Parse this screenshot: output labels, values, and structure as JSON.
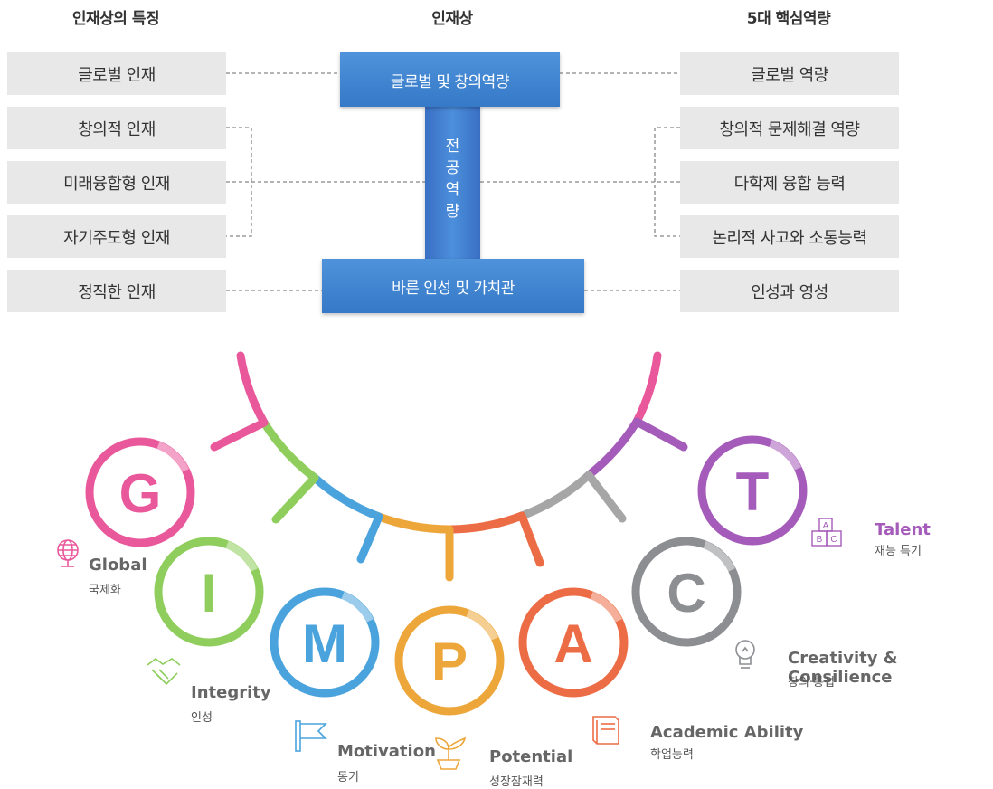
{
  "headers": {
    "left": "인재상의 특징",
    "center": "인재상",
    "right": "5대 핵심역량"
  },
  "left_items": [
    "글로벌 인재",
    "창의적 인재",
    "미래융합형 인재",
    "자기주도형 인재",
    "정직한 인재"
  ],
  "right_items": [
    "글로벌 역량",
    "창의적 문제해결 역량",
    "다학제 융합 능력",
    "논리적 사고와 소통능력",
    "인성과 영성"
  ],
  "center": {
    "top_bar": "글로벌 및 창의역량",
    "stem_chars": [
      "전",
      "공",
      "역",
      "량"
    ],
    "bottom_bar": "바른 인성 및 가치관"
  },
  "gimpact": [
    {
      "letter": "G",
      "name": "Global",
      "korean": "국제화",
      "color": "#e9589b",
      "icon": "globe-icon"
    },
    {
      "letter": "I",
      "name": "Integrity",
      "korean": "인성",
      "color": "#8fce5c",
      "icon": "handshake-icon"
    },
    {
      "letter": "M",
      "name": "Motivation",
      "korean": "동기",
      "color": "#4aa3dc",
      "icon": "flag-icon"
    },
    {
      "letter": "P",
      "name": "Potential",
      "korean": "성장잠재력",
      "color": "#eda63a",
      "icon": "sprout-icon"
    },
    {
      "letter": "A",
      "name": "Academic Ability",
      "korean": "학업능력",
      "color": "#ec6c45",
      "icon": "book-icon"
    },
    {
      "letter": "C",
      "name": "Creativity & Consilience",
      "korean": "창의·통섭",
      "color": "#8c8e92",
      "icon": "lightbulb-icon"
    },
    {
      "letter": "T",
      "name": "Talent",
      "korean": "재능 특기",
      "color": "#a55bb9",
      "icon": "abc-blocks-icon"
    }
  ]
}
